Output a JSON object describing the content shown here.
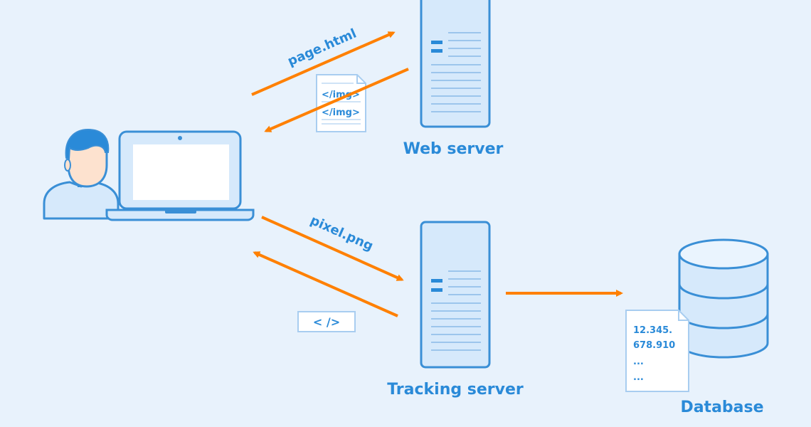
{
  "labels": {
    "web_server": "Web server",
    "tracking_server": "Tracking server",
    "database": "Database",
    "page_request": "page.html",
    "pixel_request": "pixel.png"
  },
  "html_doc": {
    "line1": "</img>",
    "line2": "</img>"
  },
  "code_tag": "< />",
  "db_doc": {
    "line1": "12.345.",
    "line2": "678.910",
    "line3": "...",
    "line4": "..."
  },
  "colors": {
    "background": "#e8f2fc",
    "accent_blue": "#2a8ad8",
    "line_blue": "#3a8fd6",
    "fill_light": "#d6e9fb",
    "fill_white": "#ffffff",
    "arrow_orange": "#ff8000",
    "skin": "#fde2cf"
  },
  "icons": [
    "user-icon",
    "laptop-icon",
    "server-icon",
    "document-icon",
    "code-tag-icon",
    "database-icon"
  ]
}
